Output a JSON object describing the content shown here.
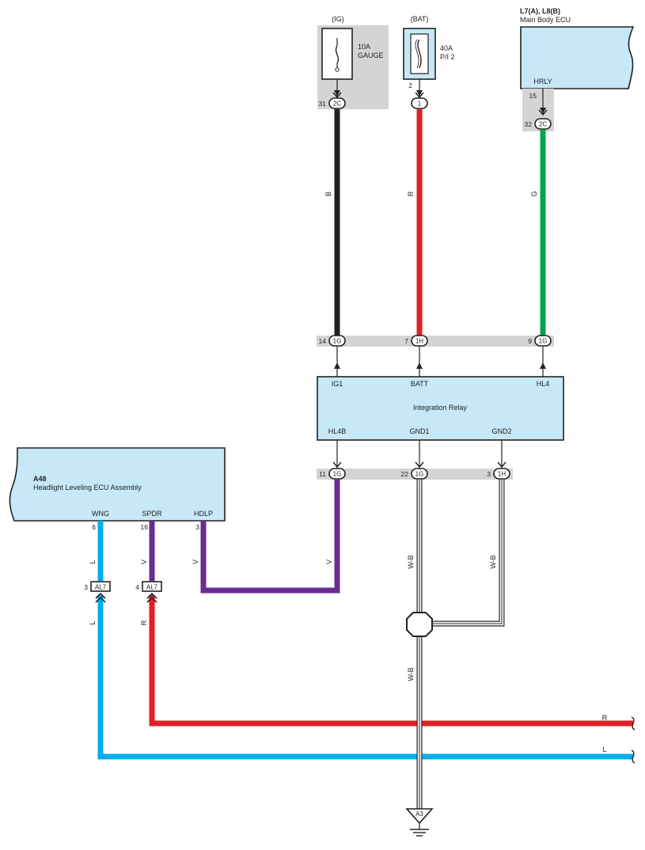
{
  "colors": {
    "ecu_fill": "#c6e8f7",
    "connector_band": "#d4d4d4",
    "wire_black": "#231f20",
    "wire_red": "#e31e25",
    "wire_green": "#00a550",
    "wire_violet": "#6a2c91",
    "wire_blue": "#00aeef",
    "wire_ground": "#ffffff"
  },
  "fuses": {
    "ig": {
      "source": "(IG)",
      "rating": "10A",
      "name": "GAUGE"
    },
    "bat": {
      "source": "(BAT)",
      "rating": "40A",
      "name": "P/I 2",
      "pin": "2"
    }
  },
  "main_body_ecu": {
    "ref": "L7(A), L8(B)",
    "name": "Main Body ECU",
    "terminal": "HRLY",
    "pin": "15"
  },
  "integration_relay": {
    "name": "Integration Relay",
    "top_terminals": [
      "IG1",
      "BATT",
      "HL4"
    ],
    "bottom_terminals": [
      "HL4B",
      "GND1",
      "GND2"
    ]
  },
  "headlight_ecu": {
    "ref": "A48",
    "name": "Headlight Leveling ECU Assembly",
    "terminals": [
      "WNG",
      "SPDR",
      "HDLP"
    ],
    "pins": [
      "6",
      "16",
      "3"
    ]
  },
  "connectors": {
    "ig_fuse": {
      "pin": "31",
      "id": "2C"
    },
    "bat_fuse": {
      "id": "1"
    },
    "ecu_out": {
      "pin": "32",
      "id": "2C"
    },
    "relay_ig1": {
      "pin": "14",
      "id": "1G"
    },
    "relay_batt": {
      "pin": "7",
      "id": "1H"
    },
    "relay_hl4": {
      "pin": "9",
      "id": "1G"
    },
    "relay_hl4b": {
      "pin": "11",
      "id": "1G"
    },
    "relay_gnd1": {
      "pin": "22",
      "id": "1G"
    },
    "relay_gnd2": {
      "pin": "3",
      "id": "1H"
    },
    "al7_wng": {
      "pin": "3",
      "id": "AL7"
    },
    "al7_spdr": {
      "pin": "4",
      "id": "AL7"
    }
  },
  "wire_colors": {
    "ig": "B",
    "bat": "R",
    "hl4": "G",
    "spdr_upper": "V",
    "hdlp": "V",
    "hl4b": "V",
    "wng_upper": "L",
    "wng_lower": "L",
    "spdr_lower": "R",
    "gnd1": "W-B",
    "gnd2": "W-B",
    "gnd_main": "W-B",
    "out_r": "R",
    "out_l": "L"
  },
  "ground_point": "A3"
}
